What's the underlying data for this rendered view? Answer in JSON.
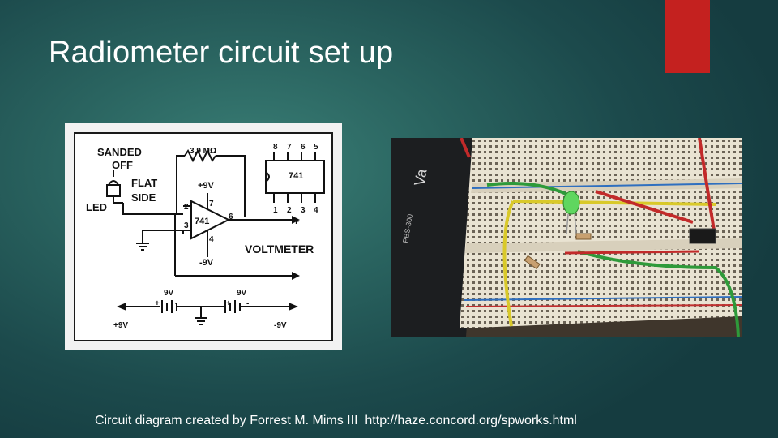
{
  "slide": {
    "title": "Radiometer circuit set up",
    "caption": "Circuit diagram created by Forrest M. Mims III  http://haze.concord.org/spworks.html",
    "accent_color": "#c4211f"
  },
  "schematic": {
    "sanded_label": "SANDED",
    "off_label": "OFF",
    "flat_label": "FLAT",
    "side_label": "SIDE",
    "led_label": "LED",
    "resistor_label": "3.9 MΩ",
    "pos_supply_label": "+9V",
    "neg_supply_label": "-9V",
    "opamp_label": "741",
    "pin_2": "2",
    "pin_3": "3",
    "pin_4": "4",
    "pin_6": "6",
    "pin_7": "7",
    "voltmeter_label": "VOLTMETER",
    "ic_label": "741",
    "ic_pins_top": [
      "8",
      "7",
      "6",
      "5"
    ],
    "ic_pins_bottom": [
      "1",
      "2",
      "3",
      "4"
    ],
    "plus_sign": "+",
    "minus_sign": "-",
    "battery_left_label": "9V",
    "battery_right_label": "9V",
    "rail_pos_label": "+9V",
    "rail_neg_label": "-9V"
  },
  "photo": {
    "board_text_va": "Va",
    "board_text_side": "PBS-300"
  }
}
